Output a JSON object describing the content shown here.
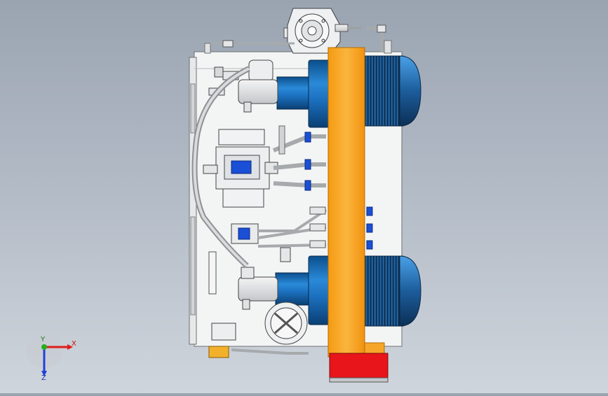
{
  "triad": {
    "x_label": "X",
    "y_label": "Y",
    "z_label": "Z"
  },
  "colors": {
    "background_top": "#9aa4b1",
    "background_bottom": "#cfd5dc",
    "frame": "#f3f4f4",
    "motor_blue": "#1f77c4",
    "motor_fan_dark": "#0f2a44",
    "coupling_orange": "#f7a623",
    "base_red": "#e8151b",
    "valve_blue": "#1a4fd6"
  }
}
